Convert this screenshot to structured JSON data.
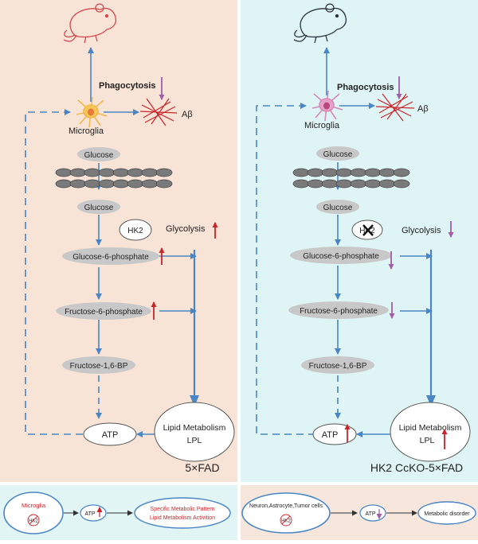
{
  "left_panel": {
    "phagocytosis": "Phagocytosis",
    "abeta": "Aβ",
    "microglia": "Microglia",
    "glucose_outside": "Glucose",
    "glucose_inside": "Glucose",
    "hk2": "HK2",
    "glycolysis": "Glycolysis",
    "g6p": "Glucose-6-phosphate",
    "f6p": "Fructose-6-phosphate",
    "f16bp": "Fructose-1,6-BP",
    "atp": "ATP",
    "lipid_line1": "Lipid Metabolism",
    "lipid_line2": "LPL",
    "model": "5×FAD"
  },
  "right_panel": {
    "phagocytosis": "Phagocytosis",
    "abeta": "Aβ",
    "microglia": "Microglia",
    "glucose_outside": "Glucose",
    "glucose_inside": "Glucose",
    "hk2": "HK2",
    "glycolysis": "Glycolysis",
    "g6p": "Glucose-6-phosphate",
    "f6p": "Fructose-6-phosphate",
    "f16bp": "Fructose-1,6-BP",
    "atp": "ATP",
    "lipid_line1": "Lipid Metabolism",
    "lipid_line2": "LPL",
    "model": "HK2 CcKO-5×FAD"
  },
  "bottom_left": {
    "cell": "Microglia",
    "hk2": "HK2",
    "atp": "ATP",
    "result_line1": "Specific Metabolic Pattern",
    "result_line2": "Lipid Metabolism Activition"
  },
  "bottom_right": {
    "cells": "Neuron,Astrocyte,Tumor cells",
    "hk2": "HK2",
    "atp": "ATP",
    "result": "Metabolic disorder"
  },
  "colors": {
    "left_bg": "#f8e4d6",
    "right_bg": "#dff5f5",
    "bottom_left_bg": "#e2f5f5",
    "bottom_right_bg": "#f6e6dc",
    "arrow_blue": "#4a86c5",
    "up_red": "#c9252b",
    "down_purple": "#a25ea8",
    "node_gray": "#c8c8c8"
  }
}
